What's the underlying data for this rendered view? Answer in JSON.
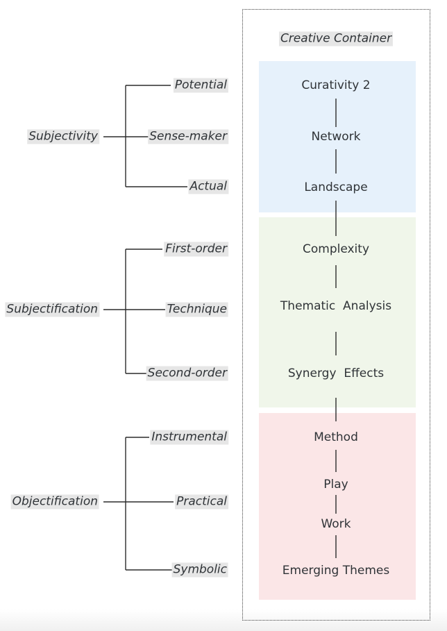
{
  "colors": {
    "blue": "#e6f1fb",
    "green": "#f0f6ea",
    "red": "#fbe6e7",
    "line": "#2b2b2b"
  },
  "container": {
    "title": "Creative Container",
    "blue": [
      "Curativity 2",
      "Network",
      "Landscape"
    ],
    "green": [
      "Complexity",
      "Thematic  Analysis",
      "Synergy  Effects"
    ],
    "red": [
      "Method",
      "Play",
      "Work",
      "Emerging Themes"
    ]
  },
  "groups": [
    {
      "label": "Subjectivity",
      "children": [
        "Potential",
        "Sense-maker",
        "Actual"
      ]
    },
    {
      "label": "Subjectification",
      "children": [
        "First-order",
        "Technique",
        "Second-order"
      ]
    },
    {
      "label": "Objectification",
      "children": [
        "Instrumental",
        "Practical",
        "Symbolic"
      ]
    }
  ]
}
